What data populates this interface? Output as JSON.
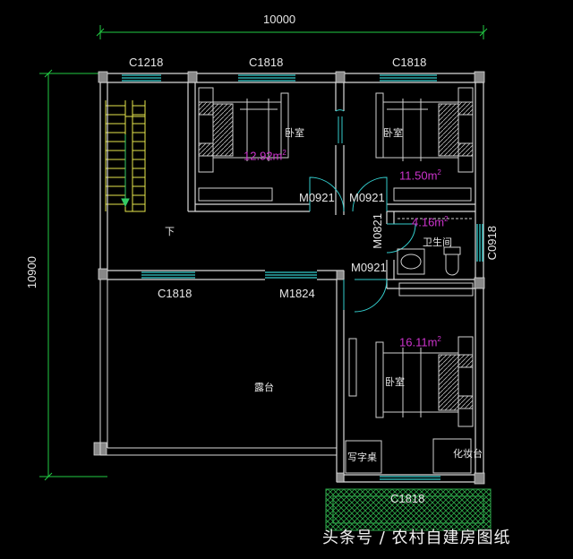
{
  "dimensions": {
    "overall_width": "10000",
    "overall_depth": "10900"
  },
  "windows": [
    {
      "id": "c1218",
      "label": "C1218"
    },
    {
      "id": "c1818-top-mid",
      "label": "C1818"
    },
    {
      "id": "c1818-top-right",
      "label": "C1818"
    },
    {
      "id": "c1818-bottom",
      "label": "C1818"
    },
    {
      "id": "c1818-left",
      "label": "C1818"
    },
    {
      "id": "c0918",
      "label": "C0918"
    }
  ],
  "doors": [
    {
      "id": "m0921-left",
      "label": "M0921"
    },
    {
      "id": "m0921-right",
      "label": "M0921"
    },
    {
      "id": "m0921-lower",
      "label": "M0921"
    },
    {
      "id": "m0821",
      "label": "M0821"
    },
    {
      "id": "m1824",
      "label": "M1824"
    }
  ],
  "rooms": [
    {
      "id": "bedroom-1",
      "label": "卧室",
      "area": "12.92m",
      "area_exp": "2"
    },
    {
      "id": "bedroom-2",
      "label": "卧室",
      "area": "11.50m",
      "area_exp": "2"
    },
    {
      "id": "bathroom",
      "label": "卫生间",
      "area": "4.16m",
      "area_exp": "2"
    },
    {
      "id": "bedroom-3",
      "label": "卧室",
      "area": "16.11m",
      "area_exp": "2"
    },
    {
      "id": "terrace",
      "label": "露台"
    },
    {
      "id": "desk",
      "label": "写字桌"
    },
    {
      "id": "dresser",
      "label": "化妆台"
    },
    {
      "id": "stair-down",
      "label": "下"
    }
  ],
  "watermark": "头条号 / 农村自建房图纸",
  "colors": {
    "background": "#000000",
    "wall": "#d9d9d9",
    "dimension": "#22cc44",
    "window": "#33cccc",
    "stair": "#e6e64d",
    "area_text": "#cc33cc",
    "furniture": "#cfcfcf"
  }
}
